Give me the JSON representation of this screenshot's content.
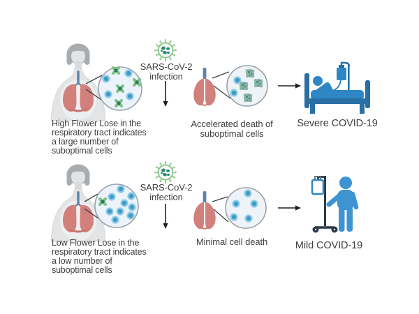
{
  "figure": {
    "type": "scientific-pathway-diagram",
    "infection": {
      "label": "SARS-CoV-2\ninfection"
    },
    "rows": [
      {
        "caption": "High Flower Lose in the\nrespiratory tract indicates\na large number of\nsuboptimal cells",
        "process_label": "Accelerated death of\nsuboptimal cells",
        "outcome_label": "Severe COVID-19",
        "outcome_icon": "patient-in-hospital-bed-icon",
        "magnifier_tract_cells": {
          "healthy_cells": 4,
          "suboptimal_flower_cells": 4
        },
        "magnifier_after_cells": {
          "healthy_cells": 2,
          "dying_cells": 4
        }
      },
      {
        "caption": "Low Flower Lose in the\nrespiratory tract indicates\na low number of\nsuboptimal cells",
        "process_label": "Minimal cell death",
        "outcome_label": "Mild COVID-19",
        "outcome_icon": "standing-patient-with-iv-pole-icon",
        "magnifier_tract_cells": {
          "healthy_cells": 9,
          "suboptimal_flower_cells": 1
        },
        "magnifier_after_cells": {
          "healthy_cells": 5,
          "dying_cells": 0
        }
      }
    ],
    "icons": {
      "virus": "sars-cov-2-virus-icon",
      "patient": "patient-torso-lungs-icon",
      "lungs": "lungs-icon",
      "healthy_cell": "healthy-cell-icon",
      "suboptimal_cell": "suboptimal-flower-cell-icon",
      "dying_cell": "dying-cell-icon",
      "severe": "patient-in-hospital-bed-icon",
      "mild": "standing-patient-with-iv-pole-icon"
    },
    "colors": {
      "background": "#ffffff",
      "text": "#3f3f3f",
      "arrow": "#1f1f1f",
      "lungs": "#d2807b",
      "trachea": "#5d83a9",
      "healthy_cell": "#3d9bc6",
      "suboptimal_cell_petal": "#7cc48a",
      "suboptimal_cell_core": "#2f7d52",
      "virus_ring": "#8cc98a",
      "virus_core": "#2b8a74",
      "dying_cell": "#8ab5a6",
      "outcome_blue": "#2e86c5",
      "outcome_blue_dark": "#2a6fa3",
      "iv_pole": "#2c3a4a",
      "magnifier_fill": "#ecf3fa",
      "magnifier_stroke": "#98a2ab"
    }
  }
}
